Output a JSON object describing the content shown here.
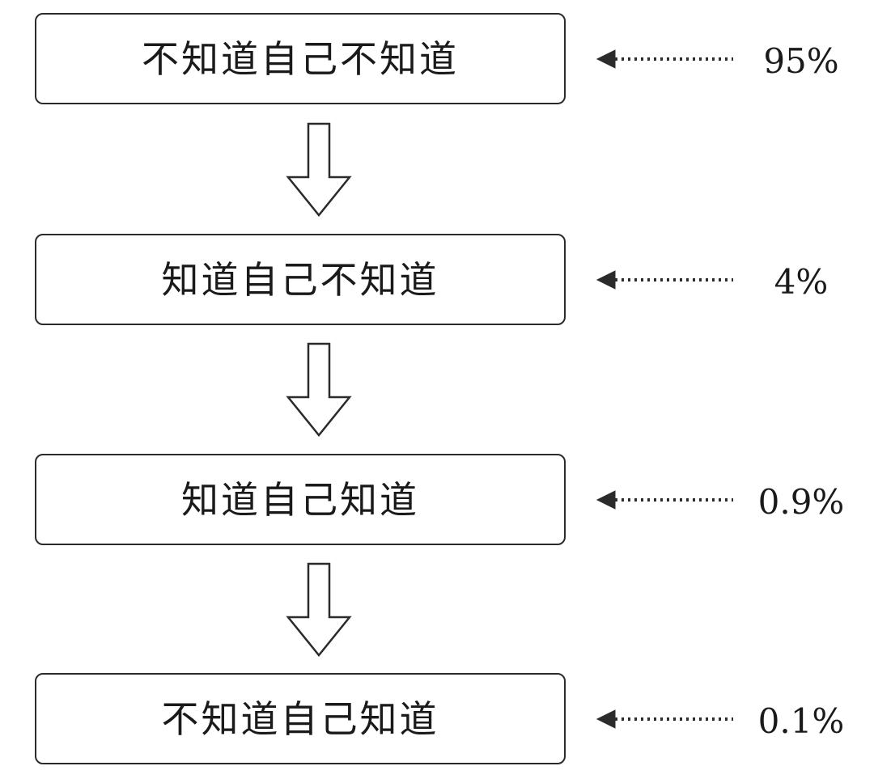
{
  "stages": [
    {
      "label": "不知道自己不知道",
      "percent": "95%"
    },
    {
      "label": "知道自己不知道",
      "percent": "4%"
    },
    {
      "label": "知道自己知道",
      "percent": "0.9%"
    },
    {
      "label": "不知道自己知道",
      "percent": "0.1%"
    }
  ],
  "colors": {
    "stroke": "#2b2b2b",
    "text": "#1a1a1a",
    "background": "#ffffff"
  },
  "icons": {
    "down_arrow": "hollow-down-arrow-icon",
    "pointer_arrow": "dotted-left-arrow-icon"
  }
}
